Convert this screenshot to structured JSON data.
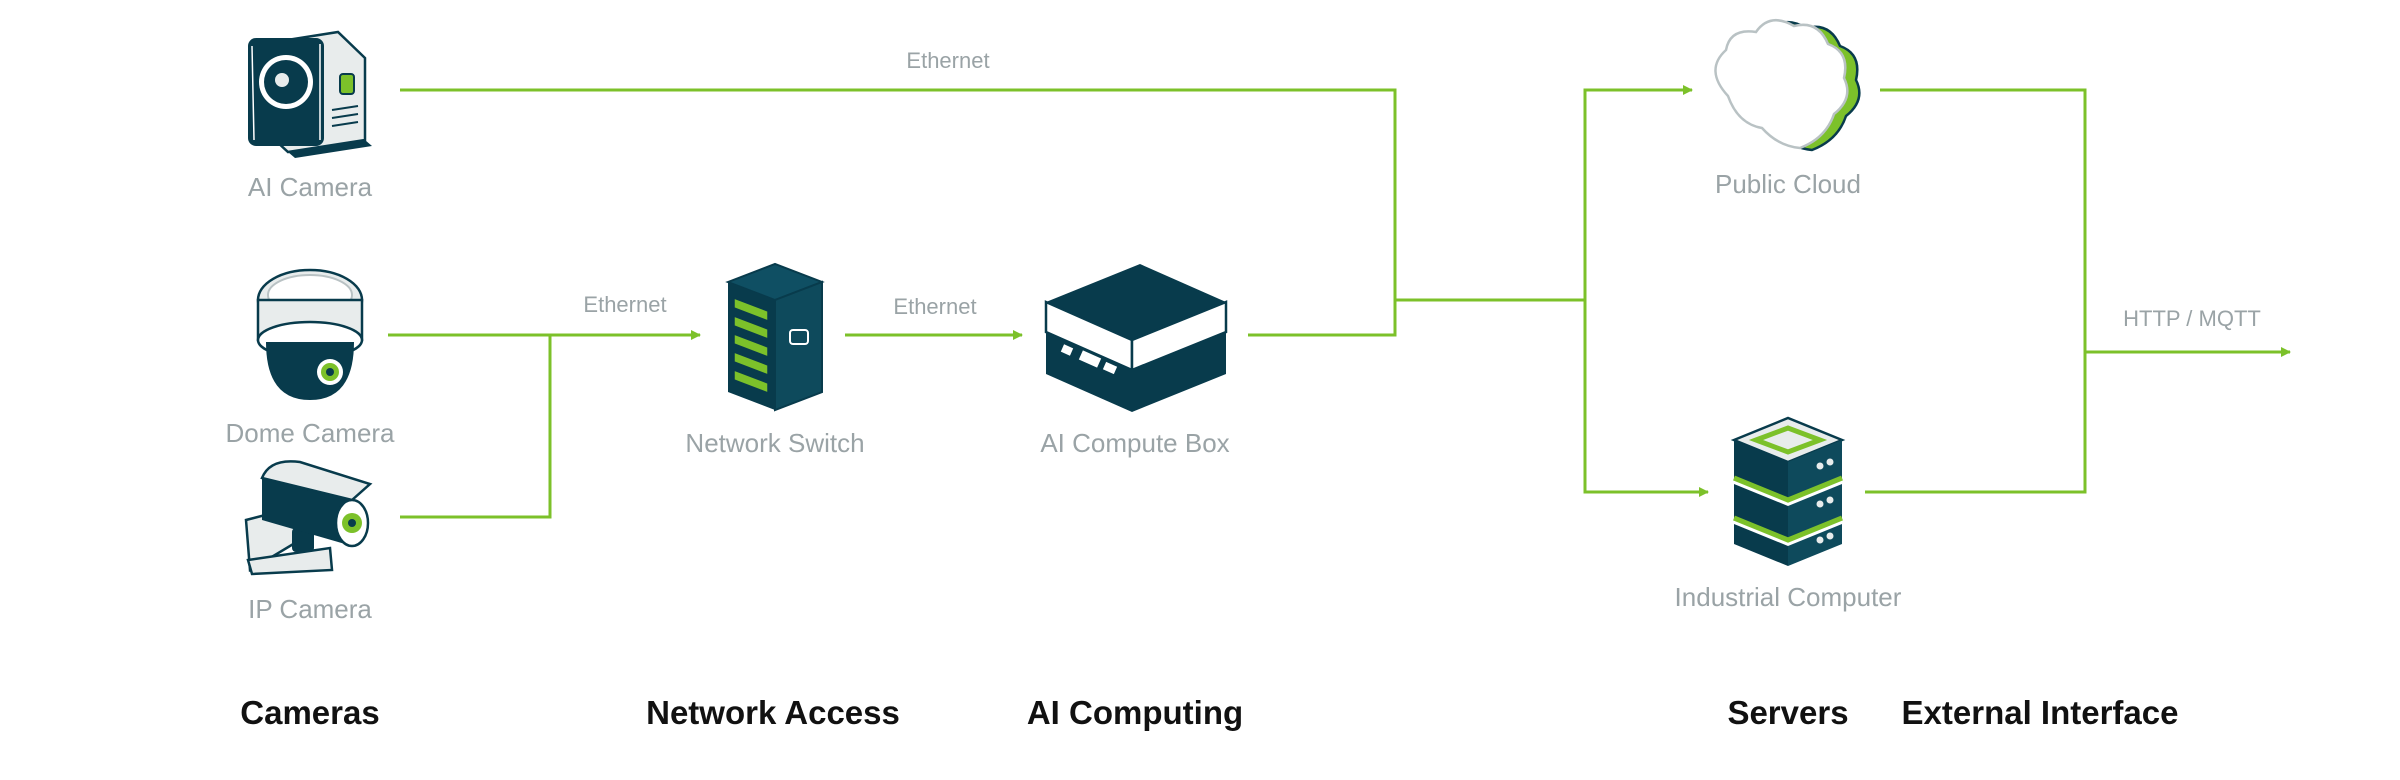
{
  "colors": {
    "wire": "#7cc12a",
    "device_dark": "#083b4c",
    "device_light": "#e8ecec",
    "label_gray": "#9aa3a6",
    "category_text": "#111111"
  },
  "nodes": {
    "ai_camera": {
      "label": "AI Camera",
      "icon": "ai-camera-icon"
    },
    "dome_camera": {
      "label": "Dome Camera",
      "icon": "dome-camera-icon"
    },
    "ip_camera": {
      "label": "IP Camera",
      "icon": "ip-camera-icon"
    },
    "network_switch": {
      "label": "Network Switch",
      "icon": "network-switch-icon"
    },
    "ai_compute_box": {
      "label": "AI Compute Box",
      "icon": "compute-box-icon"
    },
    "public_cloud": {
      "label": "Public Cloud",
      "icon": "cloud-icon"
    },
    "industrial_computer": {
      "label": "Industrial Computer",
      "icon": "server-stack-icon"
    }
  },
  "edges": {
    "ai_camera_link": "Ethernet",
    "cameras_to_switch": "Ethernet",
    "switch_to_box": "Ethernet",
    "external_output": "HTTP / MQTT"
  },
  "categories": {
    "cameras": "Cameras",
    "network_access": "Network Access",
    "ai_computing": "AI Computing",
    "servers": "Servers",
    "external_interface": "External Interface"
  }
}
